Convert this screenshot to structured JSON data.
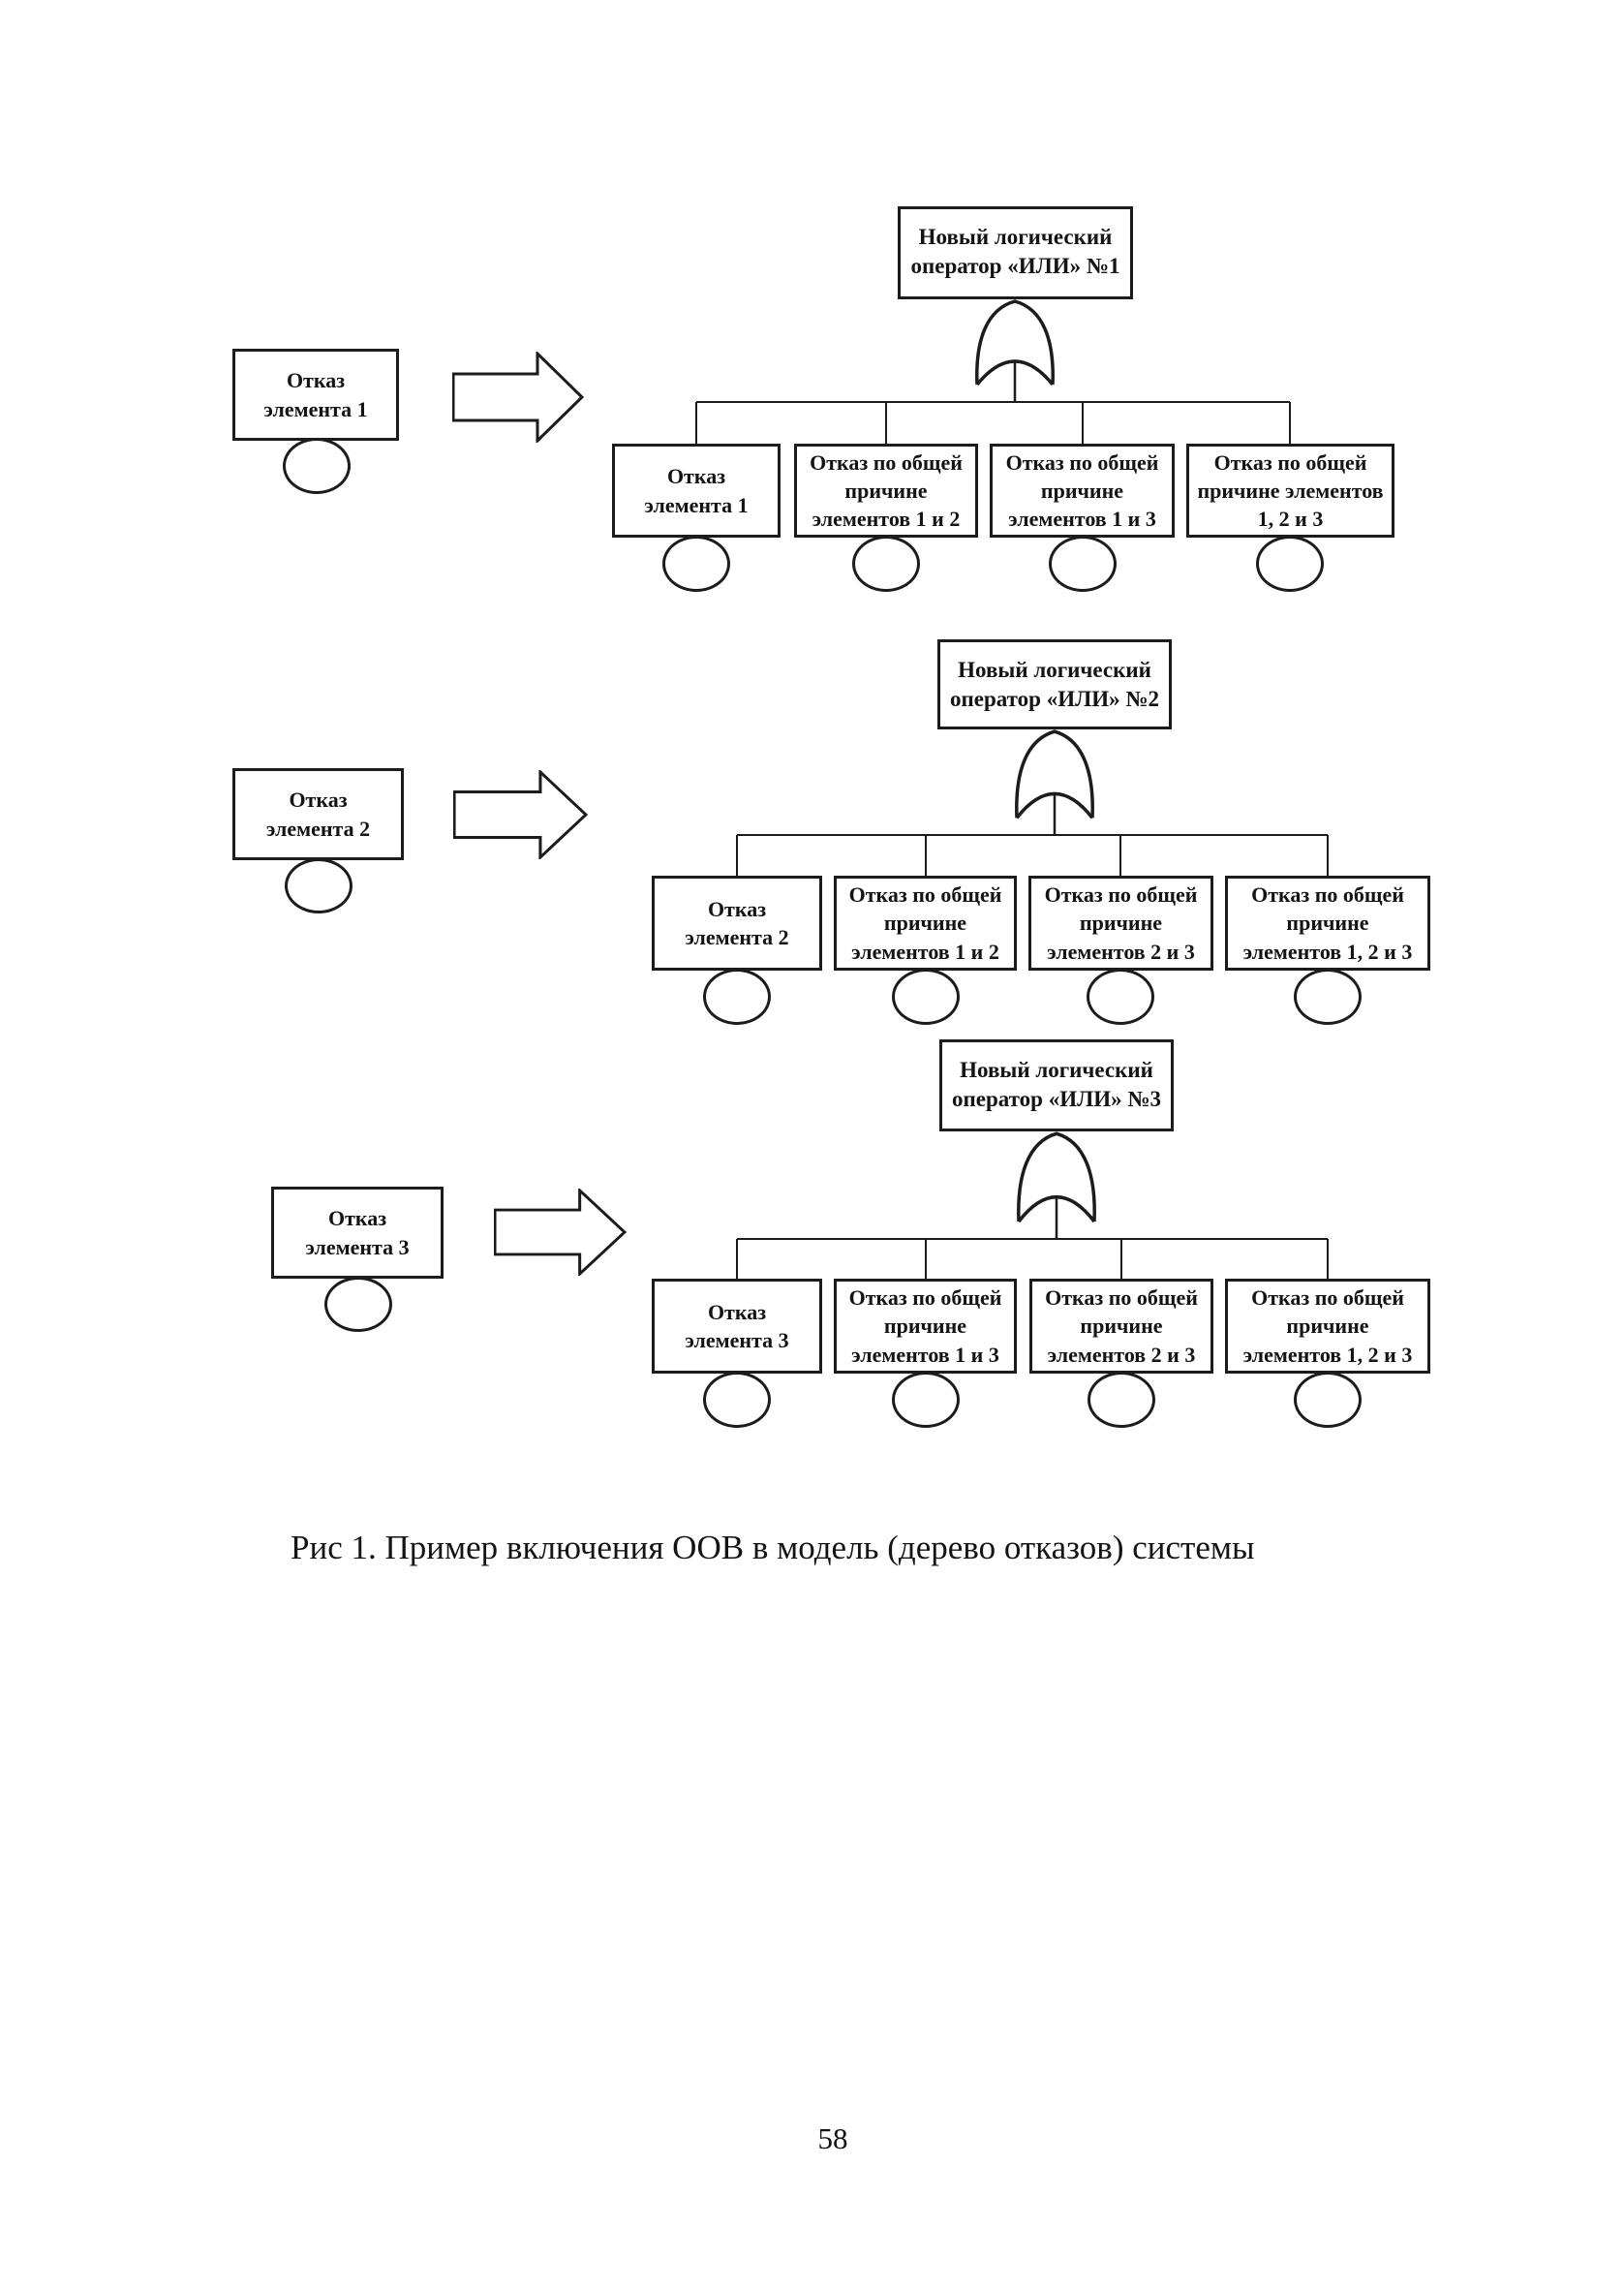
{
  "figure": {
    "caption": "Рис 1. Пример включения ООВ в модель (дерево отказов) системы",
    "gate_type": "OR",
    "colors": {
      "line": "#1c1c1c",
      "background": "#ffffff"
    },
    "groups": [
      {
        "source_label": "Отказ\nэлемента 1",
        "operator_label": "Новый логический\nоператор «ИЛИ» №1",
        "children": [
          {
            "label": "Отказ\nэлемента 1"
          },
          {
            "label": "Отказ по общей\nпричине\nэлементов 1 и 2"
          },
          {
            "label": "Отказ по общей\nпричине\nэлементов 1 и 3"
          },
          {
            "label": "Отказ по общей\nпричине элементов\n1, 2 и 3"
          }
        ]
      },
      {
        "source_label": "Отказ\nэлемента 2",
        "operator_label": "Новый логический\nоператор «ИЛИ» №2",
        "children": [
          {
            "label": "Отказ\nэлемента 2"
          },
          {
            "label": "Отказ по общей\nпричине\nэлементов 1 и 2"
          },
          {
            "label": "Отказ по общей\nпричине\nэлементов 2 и 3"
          },
          {
            "label": "Отказ по общей\nпричине\nэлементов 1, 2 и 3"
          }
        ]
      },
      {
        "source_label": "Отказ\nэлемента 3",
        "operator_label": "Новый логический\nоператор «ИЛИ» №3",
        "children": [
          {
            "label": "Отказ\nэлемента 3"
          },
          {
            "label": "Отказ по общей\nпричине\nэлементов 1 и 3"
          },
          {
            "label": "Отказ по общей\nпричине\nэлементов 2 и 3"
          },
          {
            "label": "Отказ по общей\nпричине\nэлементов 1, 2 и 3"
          }
        ]
      }
    ]
  },
  "page": {
    "number": "58"
  }
}
